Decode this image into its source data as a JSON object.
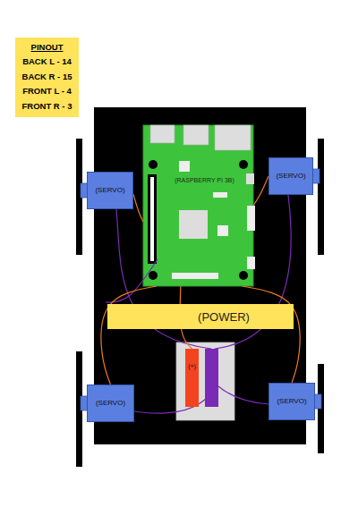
{
  "diagram": {
    "nodes": [
      {
        "text": [
          "PINOUT",
          "BACK L - 14",
          "BACK R - 15",
          "FRONT L - 4",
          "FRONT R - 3"
        ]
      },
      {
        "text": [
          "(RASPBERRY PI 3B)"
        ]
      },
      {
        "text": [
          "(SERVO)"
        ]
      },
      {
        "text": [
          "(SERVO)"
        ]
      },
      {
        "text": [
          "(POWER)"
        ]
      },
      {
        "text": [
          "(SERVO)"
        ]
      },
      {
        "text": [
          "(+)"
        ]
      },
      {
        "text": [
          "(SERVO)"
        ]
      }
    ],
    "edges": [
      {
        "from": 2,
        "to": 1,
        "arrow": "none"
      },
      {
        "from": 3,
        "to": 1,
        "arrow": "none"
      },
      {
        "from": 5,
        "to": 1,
        "arrow": "none"
      },
      {
        "from": 7,
        "to": 1,
        "arrow": "none"
      },
      {
        "from": 1,
        "to": 6,
        "arrow": "none"
      }
    ]
  }
}
